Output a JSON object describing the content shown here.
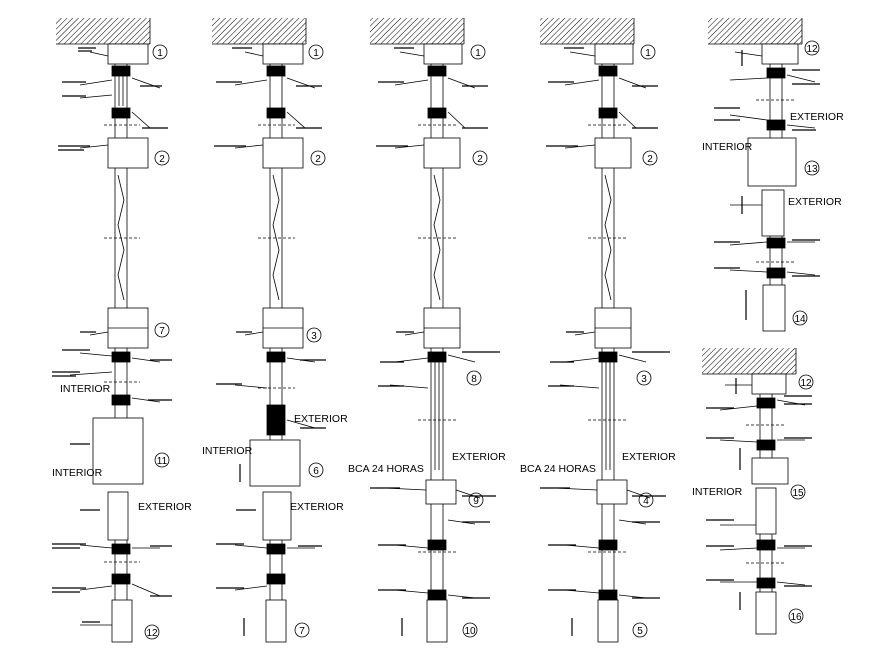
{
  "labels": {
    "interior": "INTERIOR",
    "exterior": "EXTERIOR",
    "bca": "BCA 24 HORAS"
  },
  "detail_numbers": {
    "c1": [
      "1",
      "2",
      "7",
      "11",
      "12"
    ],
    "c2": [
      "1",
      "2",
      "3",
      "6",
      "7"
    ],
    "c3": [
      "1",
      "2",
      "8",
      "9",
      "10"
    ],
    "c4": [
      "1",
      "2",
      "3",
      "4",
      "5"
    ],
    "c5a": [
      "12",
      "13",
      "14"
    ],
    "c5b": [
      "12",
      "15",
      "16"
    ]
  },
  "colors": {
    "line": "#000000",
    "background": "#ffffff"
  }
}
